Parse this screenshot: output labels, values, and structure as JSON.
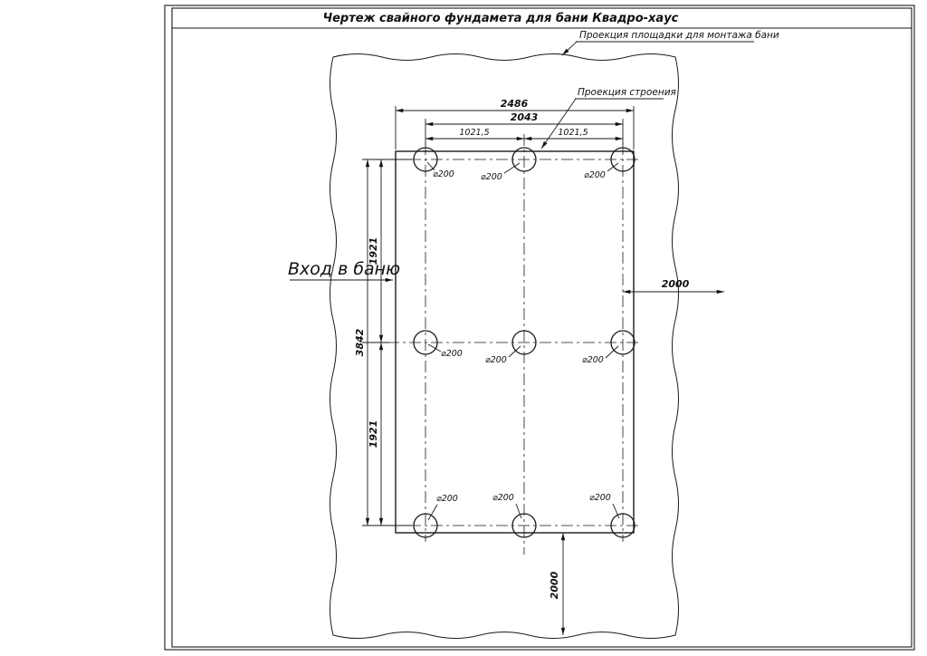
{
  "title": "Чертеж свайного фундамета для бани Квадро-хаус",
  "labels": {
    "site_projection": "Проекция площадки для монтажа бани",
    "building_projection": "Проекция строения",
    "entrance": "Вход в баню"
  },
  "dimensions": {
    "overall_width": "2486",
    "pile_span_width": "2043",
    "pile_spacing_left": "1021,5",
    "pile_spacing_right": "1021,5",
    "row_spacing_upper": "1921",
    "row_spacing_lower": "1921",
    "overall_length": "3842",
    "offset_right": "2000",
    "offset_bottom": "2000"
  },
  "piles": {
    "items": [
      {
        "label": "⌀200"
      },
      {
        "label": "⌀200"
      },
      {
        "label": "⌀200"
      },
      {
        "label": "⌀200"
      },
      {
        "label": "⌀200"
      },
      {
        "label": "⌀200"
      },
      {
        "label": "⌀200"
      },
      {
        "label": "⌀200"
      },
      {
        "label": "⌀200"
      }
    ]
  }
}
